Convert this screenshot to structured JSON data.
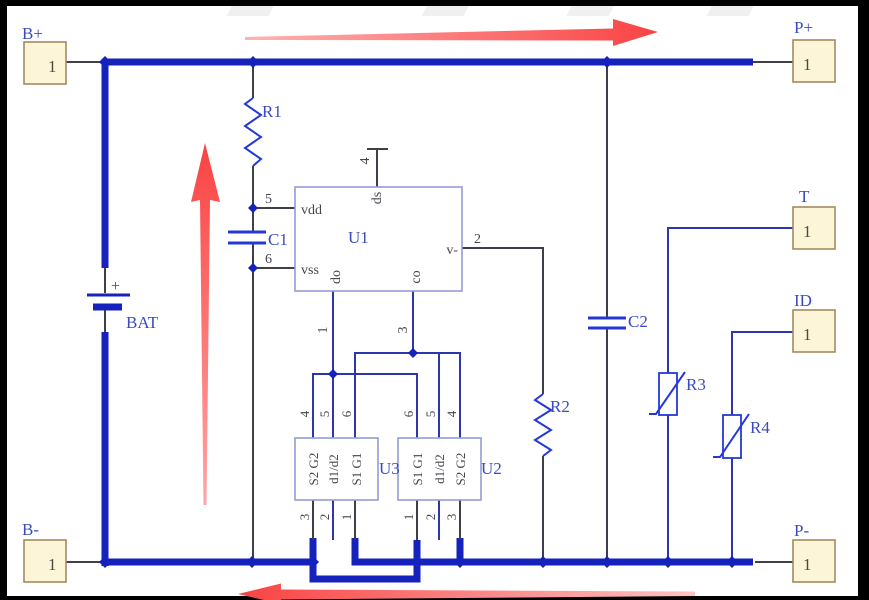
{
  "colors": {
    "rail_blue": "#1522bb",
    "wire_dark": "#3f3f4a",
    "wire_blue": "#2e36ae",
    "component_blue": "#2438d8",
    "box_border": "#959cd6",
    "label_blue": "#3a4bbf",
    "pin_text": "#45454e",
    "terminal_fill": "#fdf5d7",
    "terminal_border": "#a58a5f",
    "arrow_red": "#fa4343"
  },
  "terminals": {
    "b_plus": {
      "label": "B+",
      "pin": "1"
    },
    "b_minus": {
      "label": "B-",
      "pin": "1"
    },
    "p_plus": {
      "label": "P+",
      "pin": "1"
    },
    "p_minus": {
      "label": "P-",
      "pin": "1"
    },
    "t": {
      "label": "T",
      "pin": "1"
    },
    "id": {
      "label": "ID",
      "pin": "1"
    }
  },
  "components": {
    "r1": "R1",
    "r2": "R2",
    "r3": "R3",
    "r4": "R4",
    "c1": "C1",
    "c2": "C2",
    "battery": "BAT",
    "battery_plus": "+"
  },
  "u1": {
    "label": "U1",
    "pins": {
      "vdd": {
        "name": "vdd",
        "num": "5"
      },
      "vss": {
        "name": "vss",
        "num": "6"
      },
      "ds": {
        "name": "ds",
        "num": "4"
      },
      "vminus": {
        "name": "v-",
        "num": "2"
      },
      "do": {
        "name": "do",
        "num": "1"
      },
      "co": {
        "name": "co",
        "num": "3"
      }
    }
  },
  "u3": {
    "label": "U3",
    "columns": [
      "S2 G2",
      "d1/d2",
      "S1 G1"
    ],
    "top_pins": [
      "4",
      "5",
      "6"
    ],
    "bottom_pins": [
      "3",
      "2",
      "1"
    ]
  },
  "u2": {
    "label": "U2",
    "columns": [
      "S1 G1",
      "d1/d2",
      "S2 G2"
    ],
    "top_pins": [
      "6",
      "5",
      "4"
    ],
    "bottom_pins": [
      "1",
      "2",
      "3"
    ]
  }
}
